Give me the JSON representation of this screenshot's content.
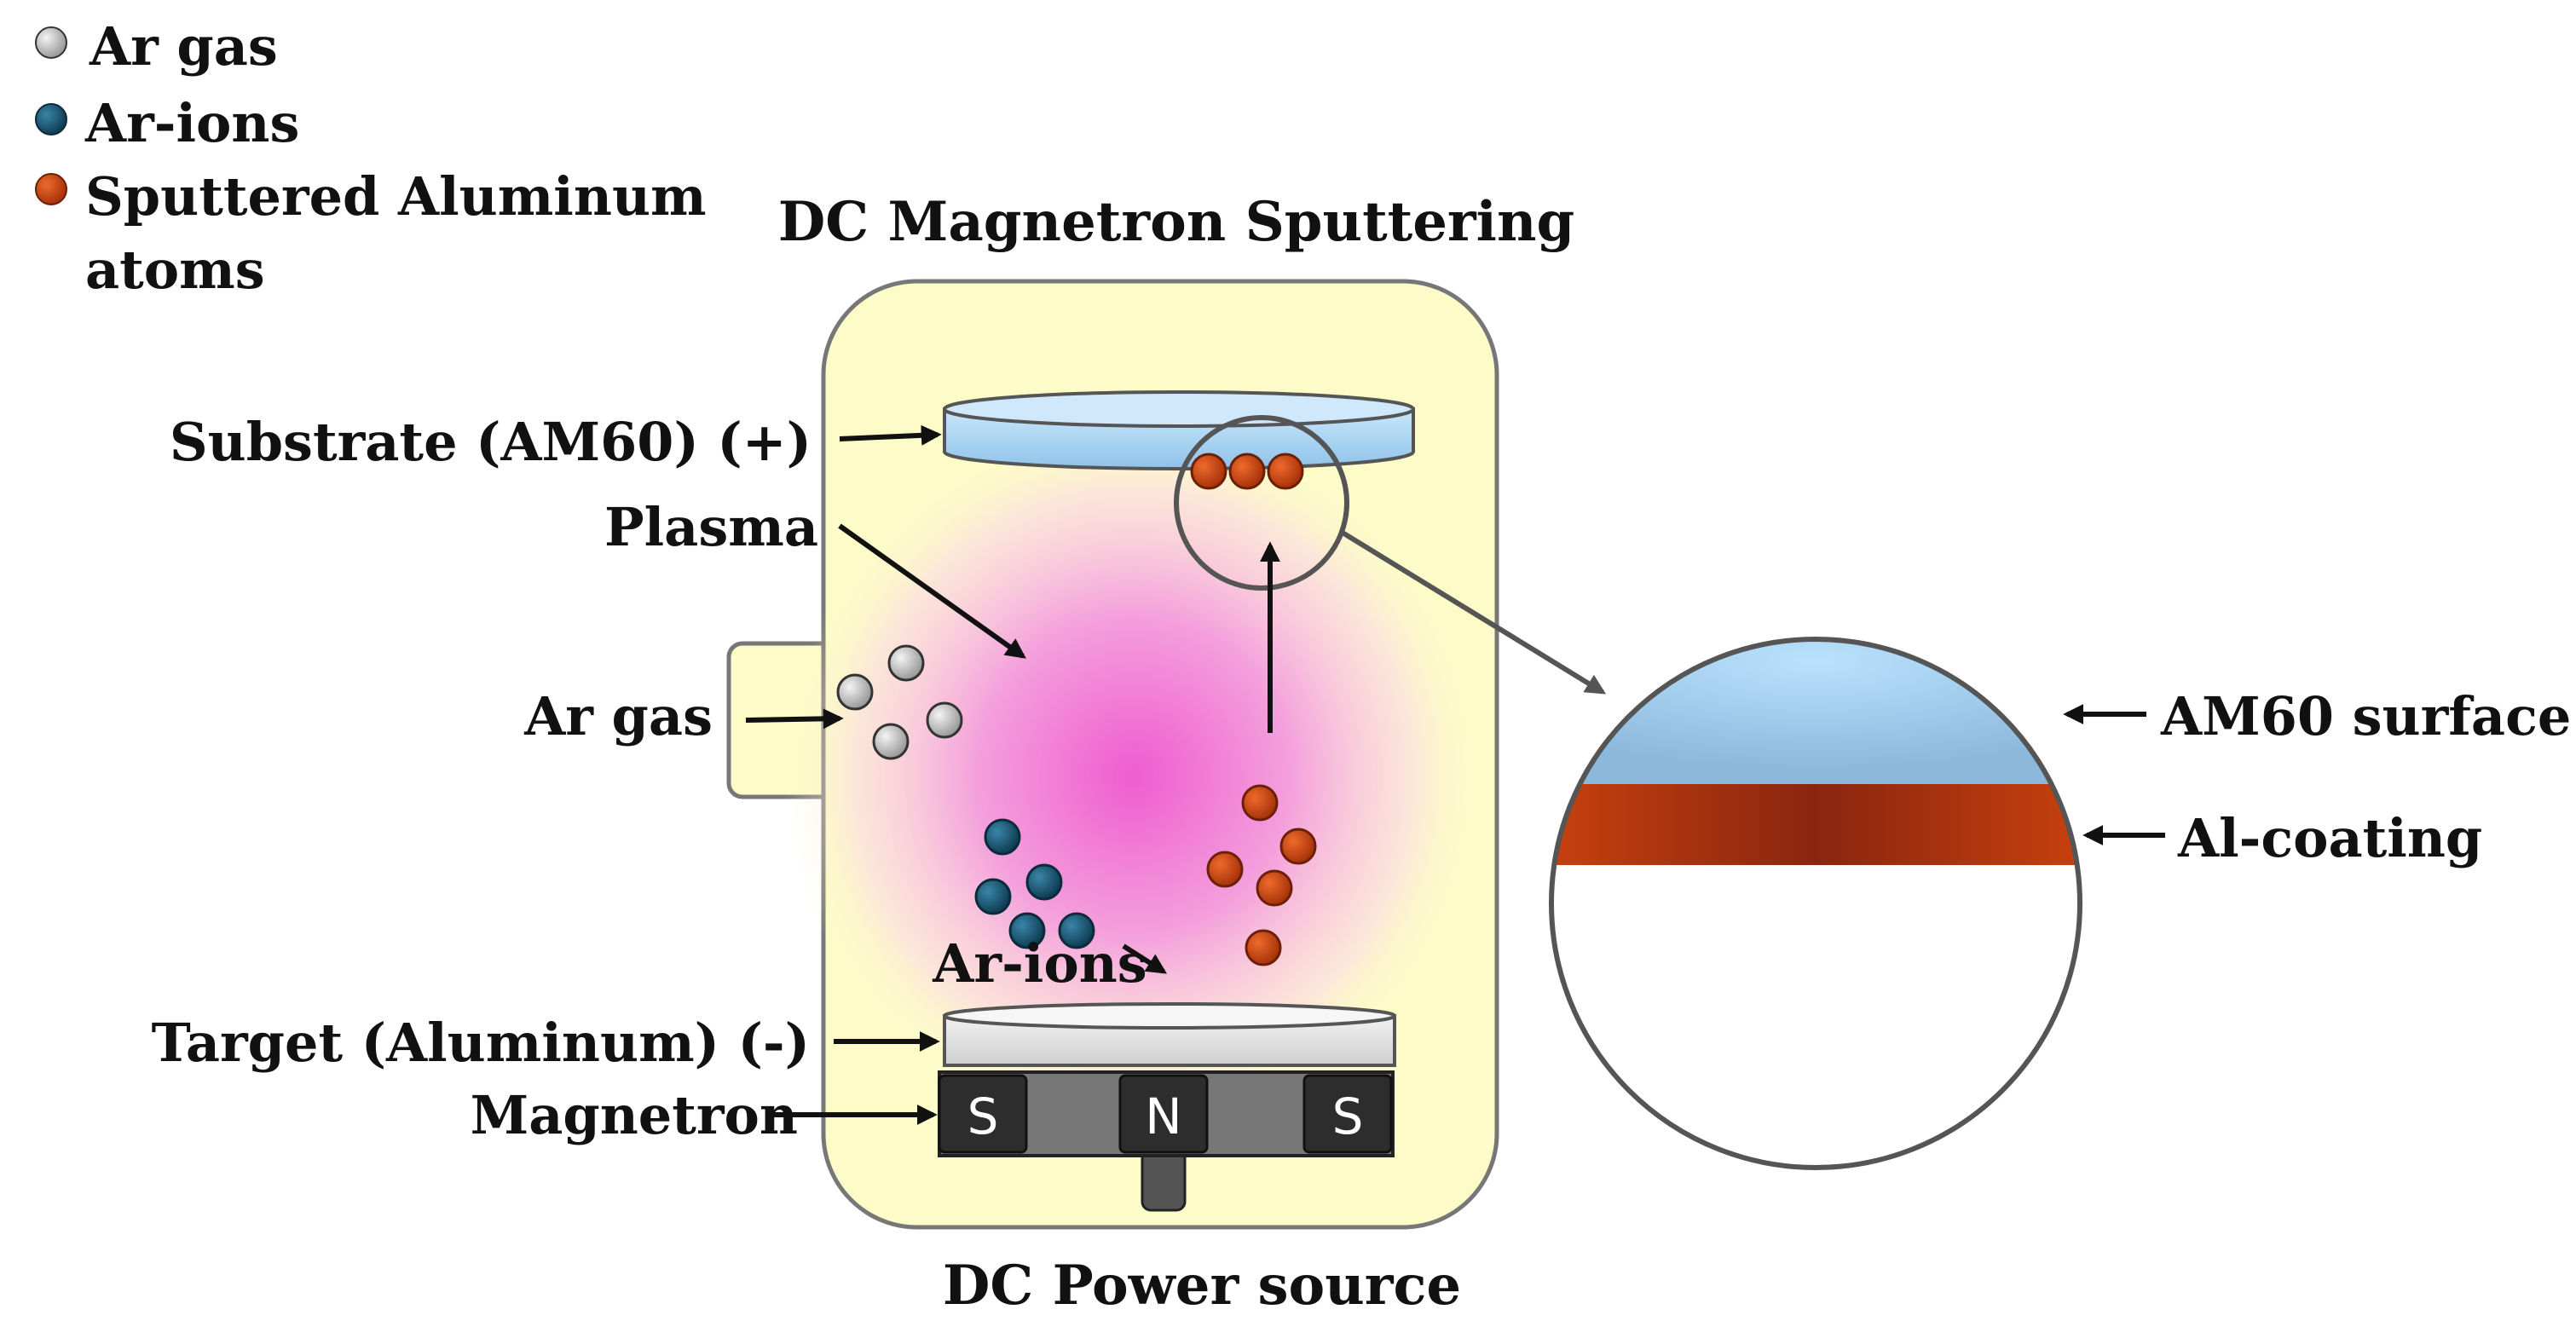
{
  "title": "DC Magnetron Sputtering",
  "footer": "DC Power source",
  "legend": [
    {
      "label": "Ar gas",
      "color": "#c4c4c4"
    },
    {
      "label": "Ar-ions",
      "color": "#1e5a78"
    },
    {
      "label": "Sputtered Aluminum",
      "label_line2": "atoms",
      "color": "#c8410d"
    }
  ],
  "labels": {
    "substrate": "Substrate (AM60) (+)",
    "plasma": "Plasma",
    "ar_gas": "Ar gas",
    "ar_ions": "Ar-ions",
    "target": "Target (Aluminum) (-)",
    "magnetron": "Magnetron"
  },
  "magnet_poles": [
    "S",
    "N",
    "S"
  ],
  "zoom_labels": {
    "surface": "AM60 surface",
    "coating": "Al-coating"
  },
  "colors": {
    "chamber": "#fdfcc8",
    "plasma": "#ef5cd0",
    "substrate": "#a8d4f2",
    "coating": "#c8410d",
    "ar_ion": "#1e5a78",
    "ar_gas": "#c4c4c4"
  }
}
